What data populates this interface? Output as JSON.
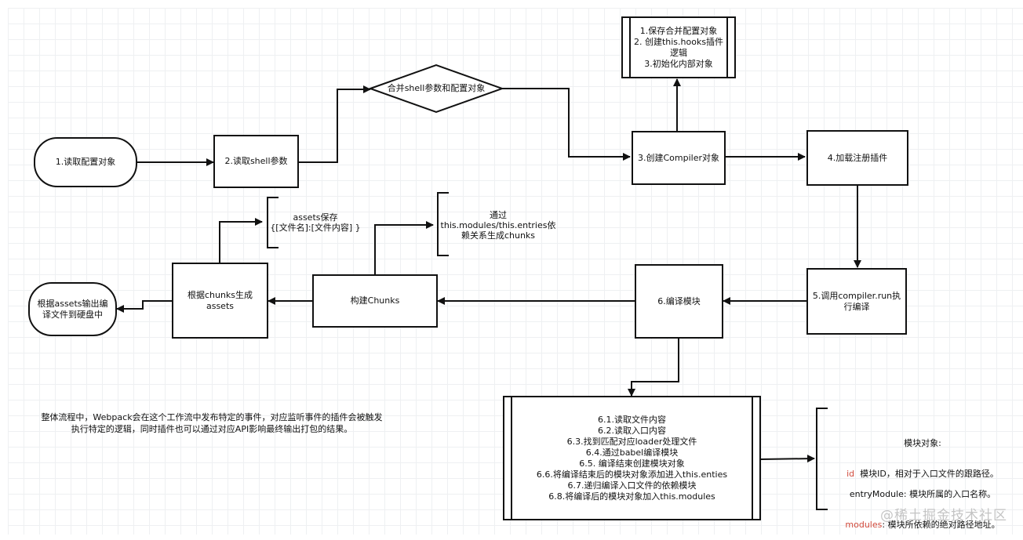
{
  "nodes": {
    "read_config": "1.读取配置对象",
    "read_shell": "2.读取shell参数",
    "merge_decision": "合并shell参数和配置对象",
    "init_tasks": "1.保存合并配置对象\n2. 创建this.hooks插件\n逻辑\n3.初始化内部对象",
    "create_compiler": "3.创建Compiler对象",
    "load_plugins": "4.加载注册插件",
    "run_compile": "5.调用compiler.run执\n行编译",
    "compile_modules": "6.编译模块",
    "build_chunks": "构建Chunks",
    "gen_assets": "根据chunks生成\nassets",
    "output_disk": "根据assets输出编\n译文件到硬盘中",
    "compile_steps": "6.1.读取文件内容\n6.2.读取入口内容\n6.3.找到匹配对应loader处理文件\n6.4.通过babel编译模块\n6.5. 编译结束创建模块对象\n6.6.将编译结束后的模块对象添加进入this.enties\n6.7.递归编译入口文件的依赖模块\n6.8.将编译后的模块对象加入this.modules"
  },
  "annotations": {
    "assets_save": "assets保存\n{[文件名]:[文件内容] }",
    "chunks_note": "通过\nthis.modules/this.entries依\n赖关系生成chunks",
    "module_object": {
      "title": "模块对象:",
      "id_key": "id",
      "id_desc": "模块ID，相对于入口文件的跟路径。",
      "entry_line": "entryModule: 模块所属的入口名称。",
      "modules_key": "modules",
      "modules_desc": ": 模块所依赖的绝对路径地址。"
    }
  },
  "overall_note": {
    "line1": "整体流程中，Webpack会在这个工作流中发布特定的事件，对应监听事件的插件会被触发",
    "line2": "执行特定的逻辑，同时插件也可以通过对应API影响最终输出打包的结果。"
  },
  "watermark": "@稀土掘金技术社区",
  "colors": {
    "stroke": "#111111",
    "highlight": "#d1493b",
    "grid": "#eef0f2",
    "watermark": "#c4c4c4"
  }
}
